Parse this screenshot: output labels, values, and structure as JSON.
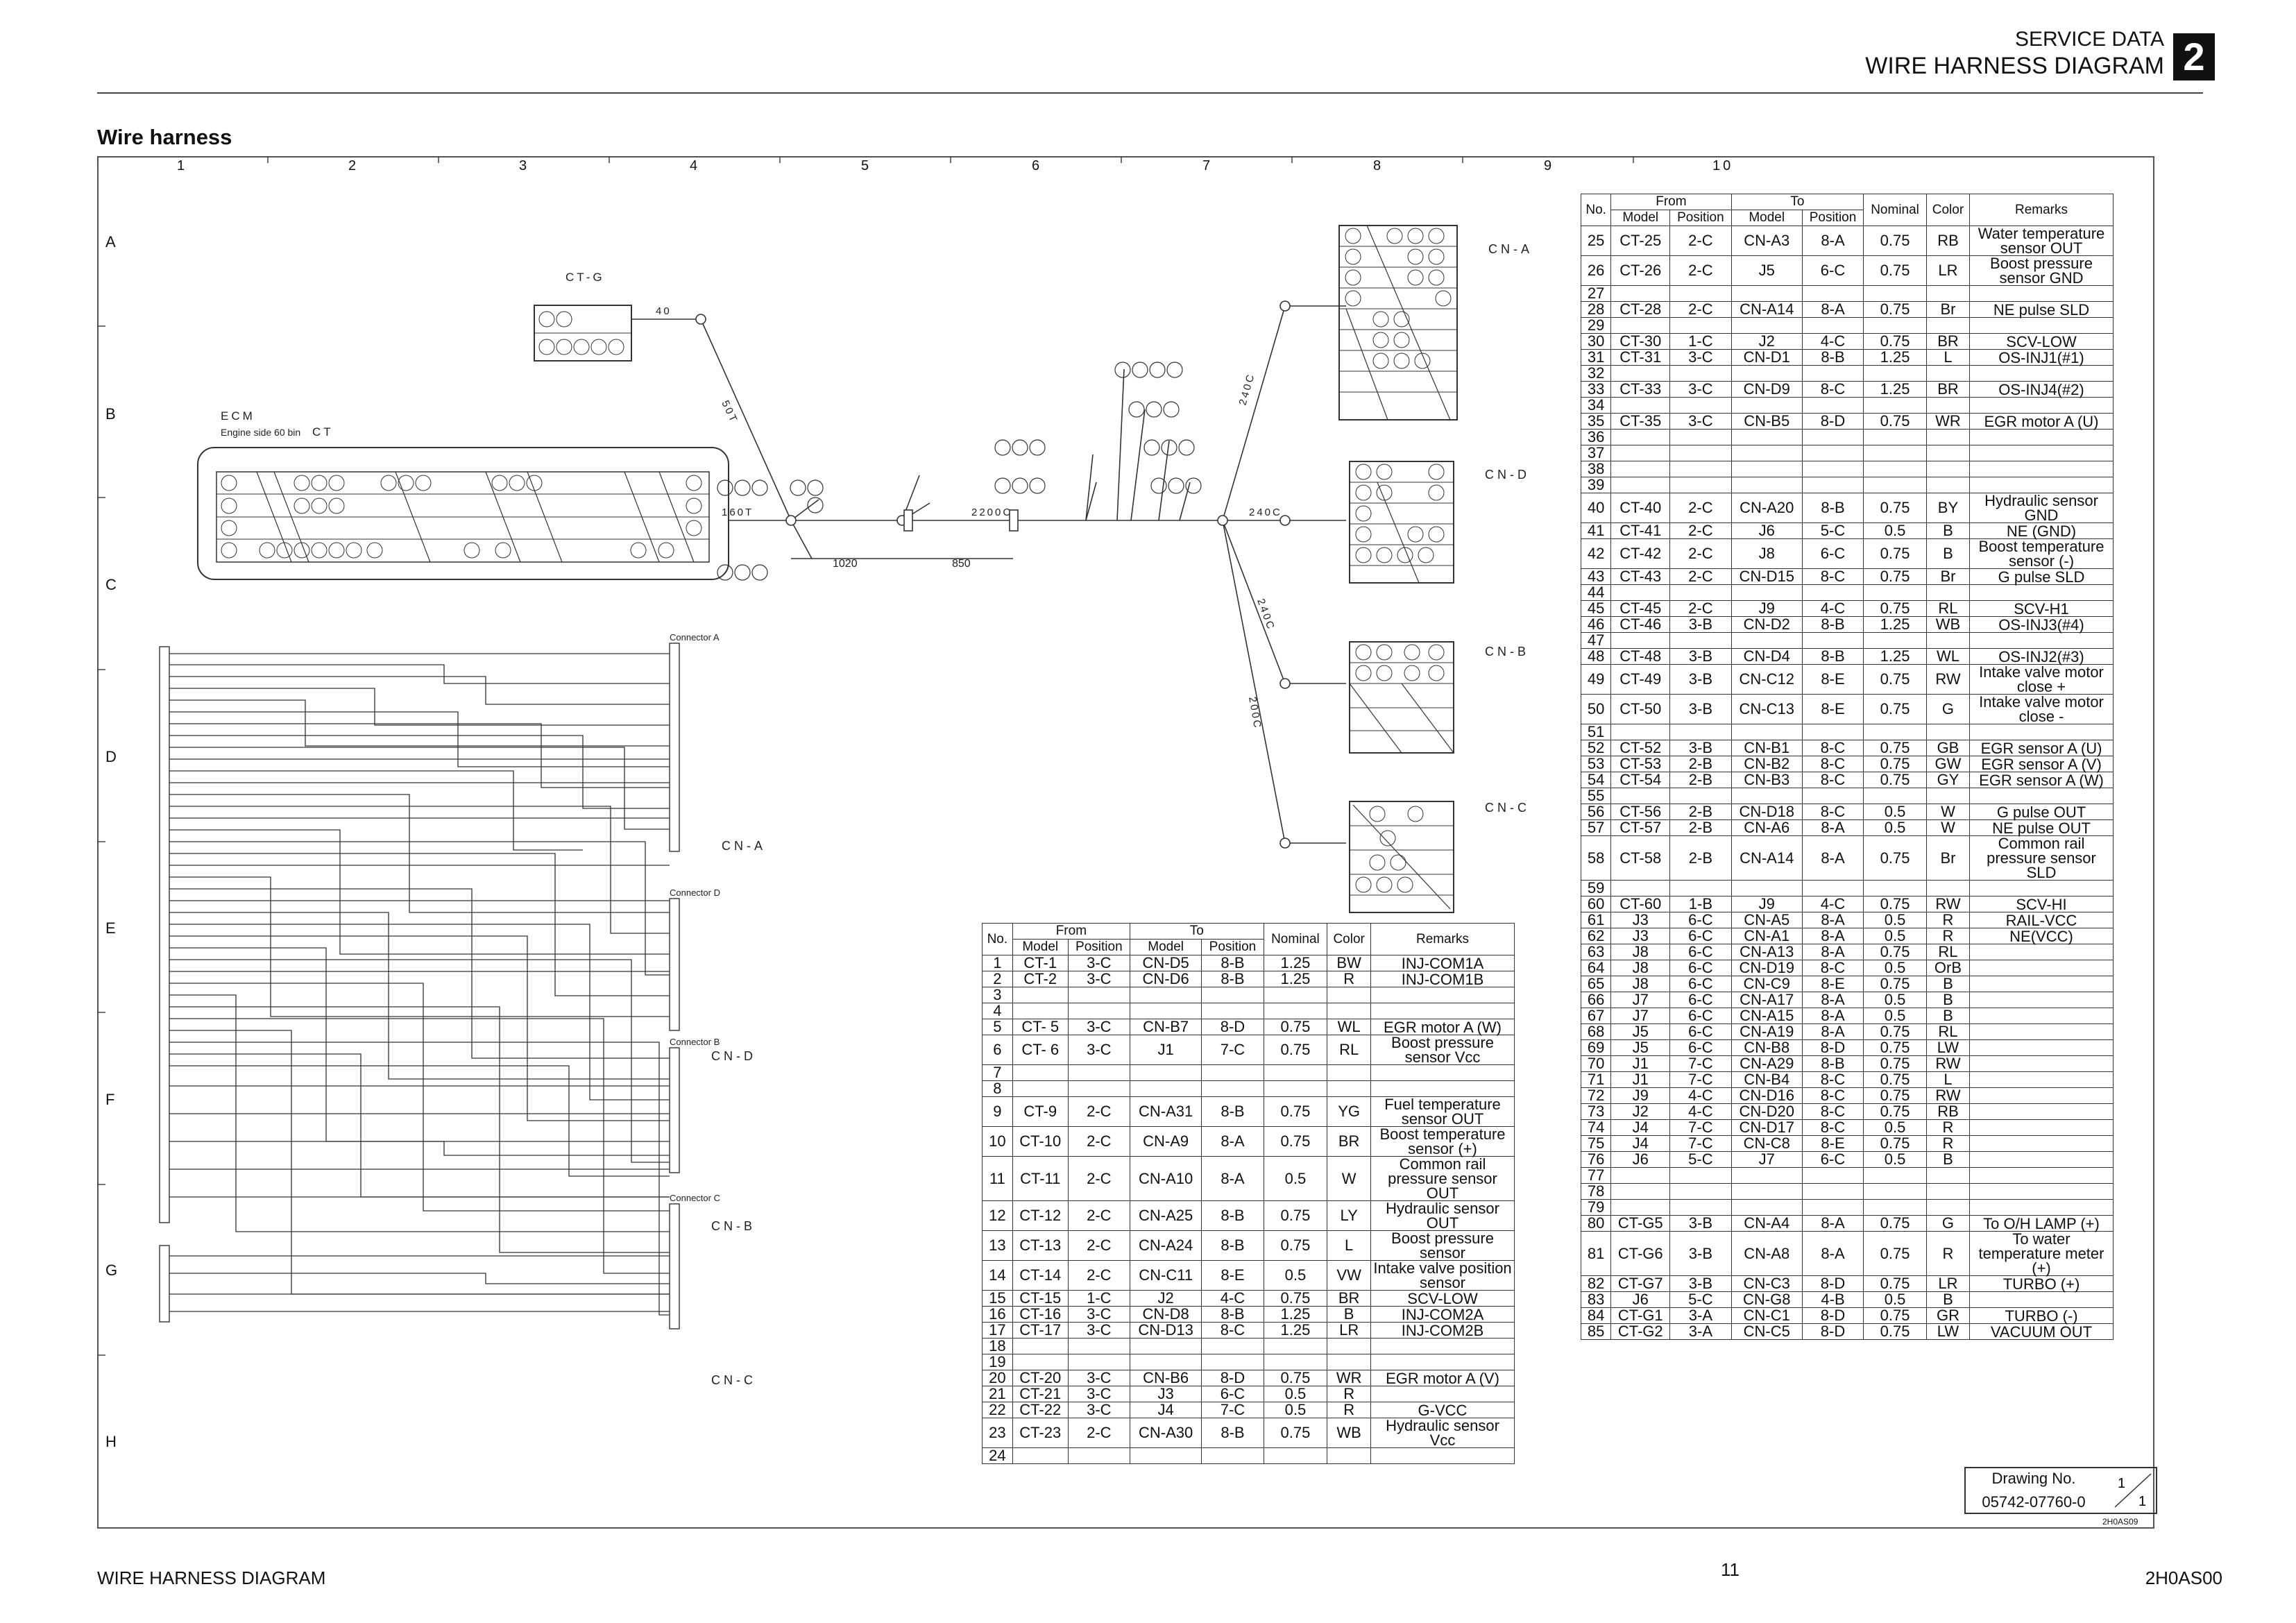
{
  "header": {
    "service_label": "SERVICE DATA",
    "title": "WIRE HARNESS DIAGRAM",
    "chapter": "2"
  },
  "section_title": "Wire harness",
  "grid": {
    "columns": [
      "1",
      "2",
      "3",
      "4",
      "5",
      "6",
      "7",
      "8",
      "9",
      "10"
    ],
    "rows": [
      "A",
      "B",
      "C",
      "D",
      "E",
      "F",
      "G",
      "H"
    ]
  },
  "diagram_labels": {
    "ct_g": "CT-G",
    "ecm": "ECM",
    "ecm_sub": "Engine side 60 bin",
    "ct": "CT",
    "cn_a": "CN-A",
    "cn_d": "CN-D",
    "cn_b": "CN-B",
    "cn_c": "CN-C",
    "connector_a": "Connector A",
    "connector_d": "Connector D",
    "connector_b": "Connector B",
    "connector_c": "Connector C",
    "dim_1020": "1020",
    "dim_850": "850",
    "len_40": "40",
    "len_50t": "50T",
    "len_160t": "160T",
    "len_2200c": "2200C",
    "len_240c": "240C",
    "len_200c": "200C"
  },
  "table_headers": {
    "no": "No.",
    "from": "From",
    "to": "To",
    "model": "Model",
    "position": "Position",
    "nominal": "Nominal",
    "color": "Color",
    "remarks": "Remarks"
  },
  "table_a": [
    [
      "1",
      "CT-1",
      "3-C",
      "CN-D5",
      "8-B",
      "1.25",
      "BW",
      "INJ-COM1A"
    ],
    [
      "2",
      "CT-2",
      "3-C",
      "CN-D6",
      "8-B",
      "1.25",
      "R",
      "INJ-COM1B"
    ],
    [
      "3",
      "",
      "",
      "",
      "",
      "",
      "",
      ""
    ],
    [
      "4",
      "",
      "",
      "",
      "",
      "",
      "",
      ""
    ],
    [
      "5",
      "CT- 5",
      "3-C",
      "CN-B7",
      "8-D",
      "0.75",
      "WL",
      "EGR motor A (W)"
    ],
    [
      "6",
      "CT- 6",
      "3-C",
      "J1",
      "7-C",
      "0.75",
      "RL",
      "Boost pressure sensor Vcc"
    ],
    [
      "7",
      "",
      "",
      "",
      "",
      "",
      "",
      ""
    ],
    [
      "8",
      "",
      "",
      "",
      "",
      "",
      "",
      ""
    ],
    [
      "9",
      "CT-9",
      "2-C",
      "CN-A31",
      "8-B",
      "0.75",
      "YG",
      "Fuel temperature sensor OUT"
    ],
    [
      "10",
      "CT-10",
      "2-C",
      "CN-A9",
      "8-A",
      "0.75",
      "BR",
      "Boost temperature sensor (+)"
    ],
    [
      "11",
      "CT-11",
      "2-C",
      "CN-A10",
      "8-A",
      "0.5",
      "W",
      "Common rail pressure sensor OUT"
    ],
    [
      "12",
      "CT-12",
      "2-C",
      "CN-A25",
      "8-B",
      "0.75",
      "LY",
      "Hydraulic sensor OUT"
    ],
    [
      "13",
      "CT-13",
      "2-C",
      "CN-A24",
      "8-B",
      "0.75",
      "L",
      "Boost pressure sensor"
    ],
    [
      "14",
      "CT-14",
      "2-C",
      "CN-C11",
      "8-E",
      "0.5",
      "VW",
      "Intake valve position sensor"
    ],
    [
      "15",
      "CT-15",
      "1-C",
      "J2",
      "4-C",
      "0.75",
      "BR",
      "SCV-LOW"
    ],
    [
      "16",
      "CT-16",
      "3-C",
      "CN-D8",
      "8-B",
      "1.25",
      "B",
      "INJ-COM2A"
    ],
    [
      "17",
      "CT-17",
      "3-C",
      "CN-D13",
      "8-C",
      "1.25",
      "LR",
      "INJ-COM2B"
    ],
    [
      "18",
      "",
      "",
      "",
      "",
      "",
      "",
      ""
    ],
    [
      "19",
      "",
      "",
      "",
      "",
      "",
      "",
      ""
    ],
    [
      "20",
      "CT-20",
      "3-C",
      "CN-B6",
      "8-D",
      "0.75",
      "WR",
      "EGR motor A (V)"
    ],
    [
      "21",
      "CT-21",
      "3-C",
      "J3",
      "6-C",
      "0.5",
      "R",
      ""
    ],
    [
      "22",
      "CT-22",
      "3-C",
      "J4",
      "7-C",
      "0.5",
      "R",
      "G-VCC"
    ],
    [
      "23",
      "CT-23",
      "2-C",
      "CN-A30",
      "8-B",
      "0.75",
      "WB",
      "Hydraulic sensor Vcc"
    ],
    [
      "24",
      "",
      "",
      "",
      "",
      "",
      "",
      ""
    ]
  ],
  "table_b": [
    [
      "25",
      "CT-25",
      "2-C",
      "CN-A3",
      "8-A",
      "0.75",
      "RB",
      "Water temperature sensor OUT"
    ],
    [
      "26",
      "CT-26",
      "2-C",
      "J5",
      "6-C",
      "0.75",
      "LR",
      "Boost pressure sensor GND"
    ],
    [
      "27",
      "",
      "",
      "",
      "",
      "",
      "",
      ""
    ],
    [
      "28",
      "CT-28",
      "2-C",
      "CN-A14",
      "8-A",
      "0.75",
      "Br",
      "NE pulse SLD"
    ],
    [
      "29",
      "",
      "",
      "",
      "",
      "",
      "",
      ""
    ],
    [
      "30",
      "CT-30",
      "1-C",
      "J2",
      "4-C",
      "0.75",
      "BR",
      "SCV-LOW"
    ],
    [
      "31",
      "CT-31",
      "3-C",
      "CN-D1",
      "8-B",
      "1.25",
      "L",
      "OS-INJ1(#1)"
    ],
    [
      "32",
      "",
      "",
      "",
      "",
      "",
      "",
      ""
    ],
    [
      "33",
      "CT-33",
      "3-C",
      "CN-D9",
      "8-C",
      "1.25",
      "BR",
      "OS-INJ4(#2)"
    ],
    [
      "34",
      "",
      "",
      "",
      "",
      "",
      "",
      ""
    ],
    [
      "35",
      "CT-35",
      "3-C",
      "CN-B5",
      "8-D",
      "0.75",
      "WR",
      "EGR motor A (U)"
    ],
    [
      "36",
      "",
      "",
      "",
      "",
      "",
      "",
      ""
    ],
    [
      "37",
      "",
      "",
      "",
      "",
      "",
      "",
      ""
    ],
    [
      "38",
      "",
      "",
      "",
      "",
      "",
      "",
      ""
    ],
    [
      "39",
      "",
      "",
      "",
      "",
      "",
      "",
      ""
    ],
    [
      "40",
      "CT-40",
      "2-C",
      "CN-A20",
      "8-B",
      "0.75",
      "BY",
      "Hydraulic sensor GND"
    ],
    [
      "41",
      "CT-41",
      "2-C",
      "J6",
      "5-C",
      "0.5",
      "B",
      "NE (GND)"
    ],
    [
      "42",
      "CT-42",
      "2-C",
      "J8",
      "6-C",
      "0.75",
      "B",
      "Boost temperature sensor (-)"
    ],
    [
      "43",
      "CT-43",
      "2-C",
      "CN-D15",
      "8-C",
      "0.75",
      "Br",
      "G pulse SLD"
    ],
    [
      "44",
      "",
      "",
      "",
      "",
      "",
      "",
      ""
    ],
    [
      "45",
      "CT-45",
      "2-C",
      "J9",
      "4-C",
      "0.75",
      "RL",
      "SCV-H1"
    ],
    [
      "46",
      "CT-46",
      "3-B",
      "CN-D2",
      "8-B",
      "1.25",
      "WB",
      "OS-INJ3(#4)"
    ],
    [
      "47",
      "",
      "",
      "",
      "",
      "",
      "",
      ""
    ],
    [
      "48",
      "CT-48",
      "3-B",
      "CN-D4",
      "8-B",
      "1.25",
      "WL",
      "OS-INJ2(#3)"
    ],
    [
      "49",
      "CT-49",
      "3-B",
      "CN-C12",
      "8-E",
      "0.75",
      "RW",
      "Intake valve motor close +"
    ],
    [
      "50",
      "CT-50",
      "3-B",
      "CN-C13",
      "8-E",
      "0.75",
      "G",
      "Intake valve motor close -"
    ],
    [
      "51",
      "",
      "",
      "",
      "",
      "",
      "",
      ""
    ],
    [
      "52",
      "CT-52",
      "3-B",
      "CN-B1",
      "8-C",
      "0.75",
      "GB",
      "EGR sensor A (U)"
    ],
    [
      "53",
      "CT-53",
      "2-B",
      "CN-B2",
      "8-C",
      "0.75",
      "GW",
      "EGR sensor A (V)"
    ],
    [
      "54",
      "CT-54",
      "2-B",
      "CN-B3",
      "8-C",
      "0.75",
      "GY",
      "EGR sensor A (W)"
    ],
    [
      "55",
      "",
      "",
      "",
      "",
      "",
      "",
      ""
    ],
    [
      "56",
      "CT-56",
      "2-B",
      "CN-D18",
      "8-C",
      "0.5",
      "W",
      "G pulse OUT"
    ],
    [
      "57",
      "CT-57",
      "2-B",
      "CN-A6",
      "8-A",
      "0.5",
      "W",
      "NE pulse OUT"
    ],
    [
      "58",
      "CT-58",
      "2-B",
      "CN-A14",
      "8-A",
      "0.75",
      "Br",
      "Common rail pressure sensor SLD"
    ],
    [
      "59",
      "",
      "",
      "",
      "",
      "",
      "",
      ""
    ],
    [
      "60",
      "CT-60",
      "1-B",
      "J9",
      "4-C",
      "0.75",
      "RW",
      "SCV-HI"
    ],
    [
      "61",
      "J3",
      "6-C",
      "CN-A5",
      "8-A",
      "0.5",
      "R",
      "RAIL-VCC"
    ],
    [
      "62",
      "J3",
      "6-C",
      "CN-A1",
      "8-A",
      "0.5",
      "R",
      "NE(VCC)"
    ],
    [
      "63",
      "J8",
      "6-C",
      "CN-A13",
      "8-A",
      "0.75",
      "RL",
      ""
    ],
    [
      "64",
      "J8",
      "6-C",
      "CN-D19",
      "8-C",
      "0.5",
      "OrB",
      ""
    ],
    [
      "65",
      "J8",
      "6-C",
      "CN-C9",
      "8-E",
      "0.75",
      "B",
      ""
    ],
    [
      "66",
      "J7",
      "6-C",
      "CN-A17",
      "8-A",
      "0.5",
      "B",
      ""
    ],
    [
      "67",
      "J7",
      "6-C",
      "CN-A15",
      "8-A",
      "0.5",
      "B",
      ""
    ],
    [
      "68",
      "J5",
      "6-C",
      "CN-A19",
      "8-A",
      "0.75",
      "RL",
      ""
    ],
    [
      "69",
      "J5",
      "6-C",
      "CN-B8",
      "8-D",
      "0.75",
      "LW",
      ""
    ],
    [
      "70",
      "J1",
      "7-C",
      "CN-A29",
      "8-B",
      "0.75",
      "RW",
      ""
    ],
    [
      "71",
      "J1",
      "7-C",
      "CN-B4",
      "8-C",
      "0.75",
      "L",
      ""
    ],
    [
      "72",
      "J9",
      "4-C",
      "CN-D16",
      "8-C",
      "0.75",
      "RW",
      ""
    ],
    [
      "73",
      "J2",
      "4-C",
      "CN-D20",
      "8-C",
      "0.75",
      "RB",
      ""
    ],
    [
      "74",
      "J4",
      "7-C",
      "CN-D17",
      "8-C",
      "0.5",
      "R",
      ""
    ],
    [
      "75",
      "J4",
      "7-C",
      "CN-C8",
      "8-E",
      "0.75",
      "R",
      ""
    ],
    [
      "76",
      "J6",
      "5-C",
      "J7",
      "6-C",
      "0.5",
      "B",
      ""
    ],
    [
      "77",
      "",
      "",
      "",
      "",
      "",
      "",
      ""
    ],
    [
      "78",
      "",
      "",
      "",
      "",
      "",
      "",
      ""
    ],
    [
      "79",
      "",
      "",
      "",
      "",
      "",
      "",
      ""
    ],
    [
      "80",
      "CT-G5",
      "3-B",
      "CN-A4",
      "8-A",
      "0.75",
      "G",
      "To O/H LAMP (+)"
    ],
    [
      "81",
      "CT-G6",
      "3-B",
      "CN-A8",
      "8-A",
      "0.75",
      "R",
      "To water temperature meter (+)"
    ],
    [
      "82",
      "CT-G7",
      "3-B",
      "CN-C3",
      "8-D",
      "0.75",
      "LR",
      "TURBO (+)"
    ],
    [
      "83",
      "J6",
      "5-C",
      "CN-G8",
      "4-B",
      "0.5",
      "B",
      ""
    ],
    [
      "84",
      "CT-G1",
      "3-A",
      "CN-C1",
      "8-D",
      "0.75",
      "GR",
      "TURBO (-)"
    ],
    [
      "85",
      "CT-G2",
      "3-A",
      "CN-C5",
      "8-D",
      "0.75",
      "LW",
      "VACUUM OUT"
    ]
  ],
  "drawing": {
    "label": "Drawing No.",
    "number": "05742-07760-0",
    "sheet": "1",
    "sheets": "1",
    "id": "2H0AS09"
  },
  "footer": {
    "left": "WIRE HARNESS DIAGRAM",
    "page": "11",
    "right": "2H0AS00"
  }
}
